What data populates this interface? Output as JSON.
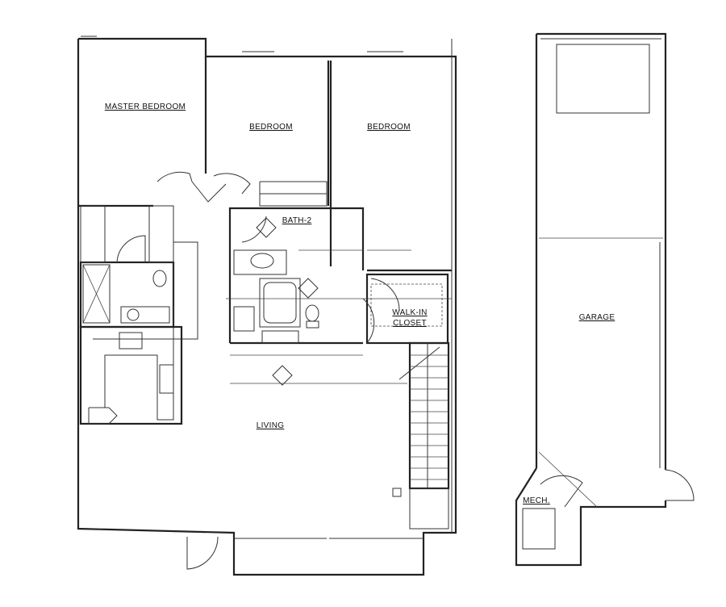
{
  "plan": {
    "rooms": {
      "master_bedroom": "MASTER BEDROOM",
      "bedroom_1": "BEDROOM",
      "bedroom_2": "BEDROOM",
      "bath_2": "BATH-2",
      "walk_in_closet_line1": "WALK-IN",
      "walk_in_closet_line2": "CLOSET",
      "living": "LIVING",
      "garage": "GARAGE",
      "mech": "MECH."
    },
    "colors": {
      "line": "#222222",
      "background": "#ffffff"
    }
  }
}
